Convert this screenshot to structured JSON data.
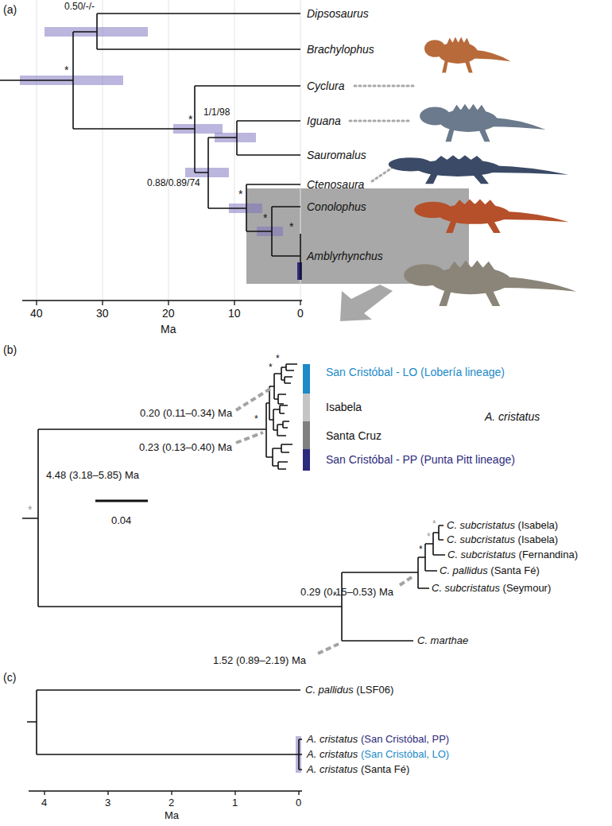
{
  "diagram": {
    "nodes": [
      {
        "text": [
          "Conolophus",
          "Amblyrhynchus"
        ]
      }
    ],
    "labels": [
      "(a)",
      "0.50/-/-",
      "Dipsosaurus",
      "Brachylophus",
      "*",
      "Cyclura",
      "*",
      "1/1/98",
      "Iguana",
      "Sauromalus",
      "0.88/0.89/74",
      "*",
      "Ctenosaura",
      "*",
      "*",
      "40",
      "30",
      "20",
      "10",
      "0",
      "Ma",
      "(b)",
      "*",
      "*",
      "0.20 (0.11–0.34) Ma",
      "0.23 (0.13–0.40) Ma",
      "*",
      "A. cristatus",
      "*",
      "4.48 (3.18–5.85) Ma",
      "0.04",
      "*",
      "*",
      "C. subcristatus (Isabela)",
      "C. subcristatus (Isabela)",
      "*",
      "C. subcristatus (Fernandina)",
      "0.29 (0.15–0.53) Ma",
      "C. pallidus (Santa Fé)",
      "C. subcristatus (Seymour)",
      "*",
      "C. marthae",
      "1.52 (0.89–2.19) Ma",
      "(c)",
      "C. pallidus (LSF06)",
      "A. cristatus (San Cristóbal, PP)",
      "A. cristatus (San Cristóbal, LO)",
      "A. cristatus (Santa Fé)",
      "4",
      "3",
      "2",
      "1",
      "0",
      "Ma"
    ],
    "legend": [
      {
        "text": "San Cristóbal - LO (Lobería lineage)",
        "color": "#1b8ac8"
      },
      {
        "text": "Isabela",
        "color": "#c4c4c4"
      },
      {
        "text": "Santa Cruz",
        "color": "#808080"
      },
      {
        "text": "San Cristóbal - PP (Punta Pitt lineage)",
        "color": "#2c2a7c"
      }
    ]
  }
}
